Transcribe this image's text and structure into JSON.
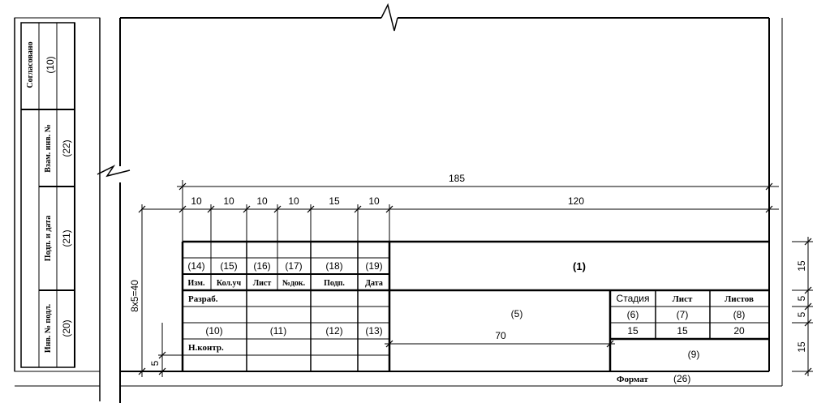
{
  "side_block": {
    "agreed": "Согласовано",
    "agreed_ref": "(10)",
    "inv_replace": "Взам. инв. №",
    "inv_replace_ref": "(22)",
    "sign_date": "Подп. и дата",
    "sign_date_ref": "(21)",
    "inv_orig": "Инв. № подл.",
    "inv_orig_ref": "(20)"
  },
  "dimensions": {
    "total_width": "185",
    "cols": [
      "10",
      "10",
      "10",
      "10",
      "15",
      "10"
    ],
    "right_width": "120",
    "height_total": "8x5=40",
    "row_height": "5",
    "inner_width": "70",
    "right_heights": [
      "15",
      "5",
      "5",
      "15"
    ]
  },
  "title_block": {
    "col_refs": [
      "(14)",
      "(15)",
      "(16)",
      "(17)",
      "(18)",
      "(19)"
    ],
    "col_headers": [
      "Изм.",
      "Кол.уч",
      "Лист",
      "№док.",
      "Подп.",
      "Дата"
    ],
    "designed": "Разраб.",
    "norm_control": "Н.контр.",
    "ref_10": "(10)",
    "ref_11": "(11)",
    "ref_12": "(12)",
    "ref_13": "(13)",
    "ref_1": "(1)",
    "ref_5": "(5)",
    "stage": "Стадия",
    "sheet": "Лист",
    "sheets": "Листов",
    "ref_6": "(6)",
    "ref_7": "(7)",
    "ref_8": "(8)",
    "w_stage": "15",
    "w_sheet": "15",
    "w_sheets": "20",
    "ref_9": "(9)",
    "format": "Формат",
    "format_ref": "(26)"
  }
}
